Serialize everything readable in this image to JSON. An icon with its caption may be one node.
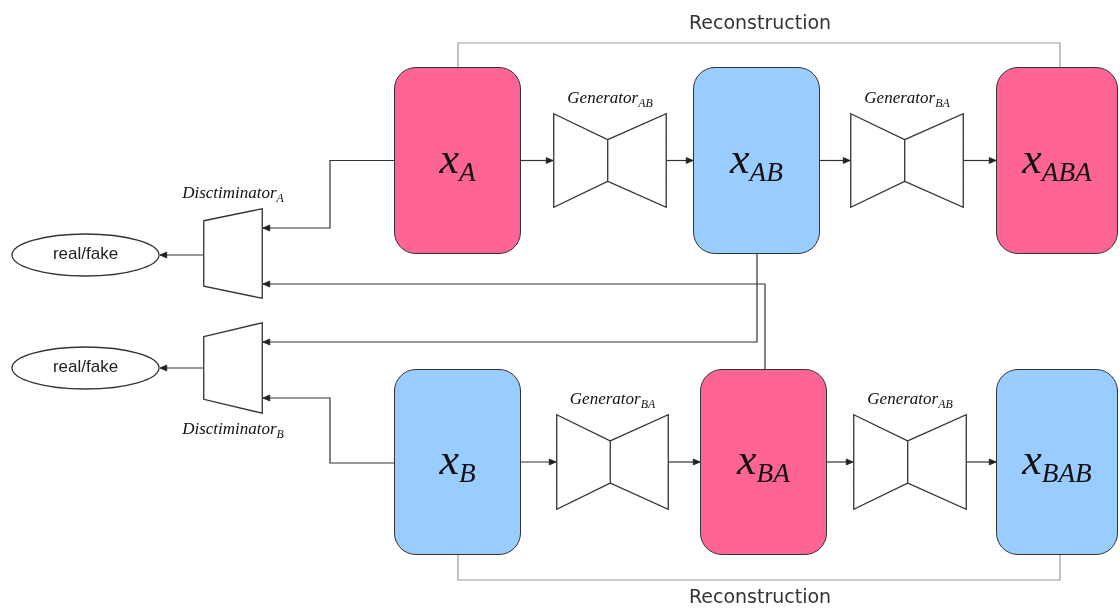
{
  "diagram": {
    "nodes": [
      {
        "text": [
          "real/fake"
        ]
      },
      {
        "text": [
          "Disctiminator$_{A}$"
        ]
      },
      {
        "text": [
          "x$_{A}$"
        ]
      },
      {
        "text": [
          "Generator$_{AB}$"
        ]
      },
      {
        "text": [
          "x$_{AB}$"
        ]
      },
      {
        "text": [
          "Generator$_{BA}$"
        ]
      },
      {
        "text": [
          "x$_{ABA}$"
        ]
      },
      {
        "text": [
          "real/fake"
        ]
      },
      {
        "text": [
          "Disctiminator$_{B}$"
        ]
      },
      {
        "text": [
          "x$_{B}$"
        ]
      },
      {
        "text": [
          "Generator$_{BA}$"
        ]
      },
      {
        "text": [
          "x$_{BA}$"
        ]
      },
      {
        "text": [
          "Generator$_{AB}$"
        ]
      },
      {
        "text": [
          "x$_{BAB}$"
        ]
      }
    ],
    "edges": [
      {
        "from": 2,
        "to": 3,
        "arrow": "to"
      },
      {
        "from": 3,
        "to": 4,
        "arrow": "to"
      },
      {
        "from": 4,
        "to": 5,
        "arrow": "to"
      },
      {
        "from": 5,
        "to": 6,
        "arrow": "to"
      },
      {
        "from": 2,
        "to": 1,
        "arrow": "to"
      },
      {
        "from": 1,
        "to": 0,
        "arrow": "to"
      },
      {
        "from": 11,
        "to": 1,
        "arrow": "to"
      },
      {
        "from": 4,
        "to": 8,
        "arrow": "to"
      },
      {
        "from": 9,
        "to": 8,
        "arrow": "to"
      },
      {
        "from": 8,
        "to": 7,
        "arrow": "to"
      },
      {
        "from": 9,
        "to": 10,
        "arrow": "to"
      },
      {
        "from": 10,
        "to": 11,
        "arrow": "to"
      },
      {
        "from": 11,
        "to": 12,
        "arrow": "to"
      },
      {
        "from": 12,
        "to": 13,
        "arrow": "to"
      },
      {
        "from": 2,
        "to": 6,
        "arrow": "none",
        "label": "Reconstruction",
        "color": "#999999"
      },
      {
        "from": 9,
        "to": 13,
        "arrow": "none",
        "label": "Reconstruction",
        "color": "#999999"
      }
    ]
  }
}
